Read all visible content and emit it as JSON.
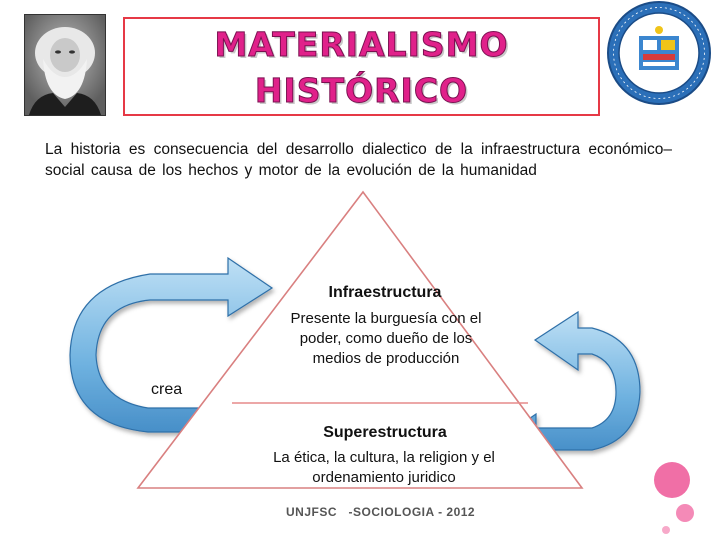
{
  "title": {
    "line1": "MATERIALISMO",
    "line2": "HISTÓRICO"
  },
  "intro": "La historia es consecuencia del desarrollo dialectico de la infraestructura económico– social causa de los hechos y motor de la evolución de la humanidad",
  "infraestructura": {
    "title": "Infraestructura",
    "description": "Presente la burguesía con el poder, como dueño de los medios de producción"
  },
  "superestructura": {
    "title": "Superestructura",
    "description": "La ética, la cultura, la religion y el ordenamiento juridico"
  },
  "cycle_label": "crea",
  "footer": "UNJFSC   -SOCIOLOGIA - 2012",
  "colors": {
    "title": "#e0218a",
    "title_box_border": "#e63946",
    "arrow_fill": "#5aa3d6",
    "accent_dots": "#f06fa6",
    "triangle_edge": "#e58a8a"
  }
}
